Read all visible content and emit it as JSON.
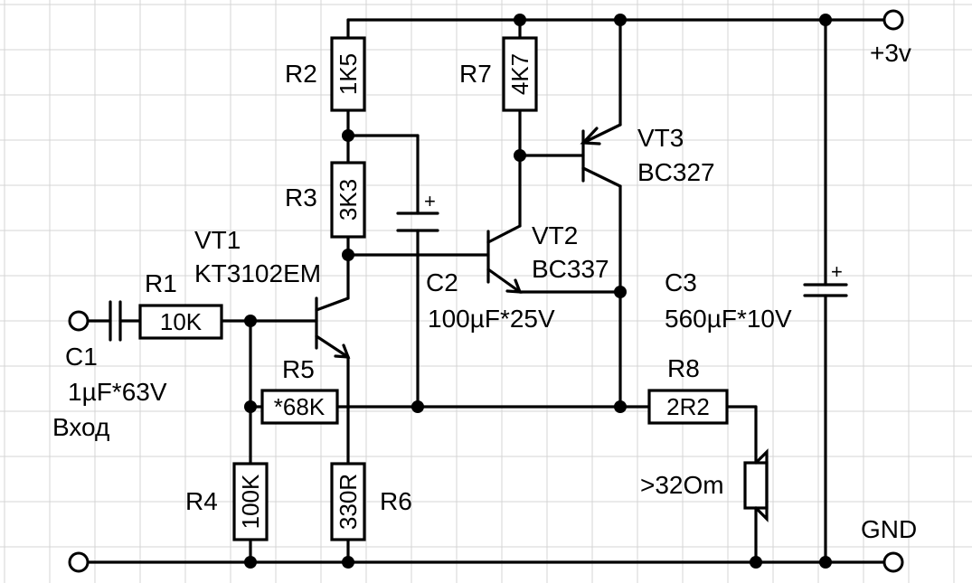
{
  "terminals": {
    "supply_label": "+3v",
    "ground_label": "GND",
    "input_label": "Вход"
  },
  "resistors": {
    "r1": {
      "ref": "R1",
      "value": "10K"
    },
    "r2": {
      "ref": "R2",
      "value": "1K5"
    },
    "r3": {
      "ref": "R3",
      "value": "3K3"
    },
    "r4": {
      "ref": "R4",
      "value": "100K"
    },
    "r5": {
      "ref": "R5",
      "value": "*68K"
    },
    "r6": {
      "ref": "R6",
      "value": "330R"
    },
    "r7": {
      "ref": "R7",
      "value": "4K7"
    },
    "r8": {
      "ref": "R8",
      "value": "2R2"
    }
  },
  "capacitors": {
    "c1": {
      "ref": "C1",
      "value": "1µF*63V"
    },
    "c2": {
      "ref": "C2",
      "value": "100µF*25V"
    },
    "c3": {
      "ref": "C3",
      "value": "560µF*10V"
    },
    "polarity": "+"
  },
  "transistors": {
    "vt1": {
      "ref": "VT1",
      "part": "KT3102EM"
    },
    "vt2": {
      "ref": "VT2",
      "part": "BC337"
    },
    "vt3": {
      "ref": "VT3",
      "part": "BC327"
    }
  },
  "speaker": {
    "value": ">32Om"
  }
}
